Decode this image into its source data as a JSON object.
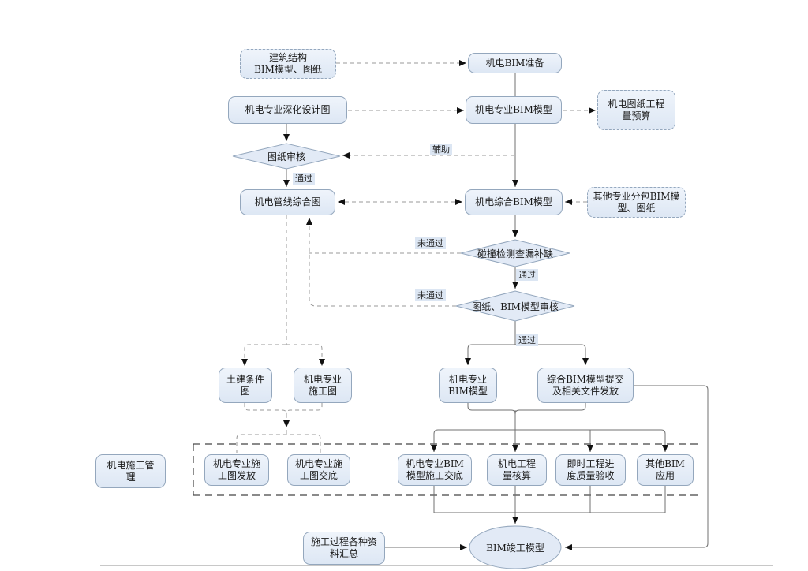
{
  "nodes": {
    "arch_structure": "建筑结构\nBIM模型、图纸",
    "bim_prep": "机电BIM准备",
    "mep_detail_design": "机电专业深化设计图",
    "mep_bim_model": "机电专业BIM模型",
    "drawing_quantity_budget": "机电图纸工程\n量预算",
    "drawing_review": "图纸审核",
    "pipeline_composite": "机电管线综合图",
    "integrated_bim_model": "机电综合BIM模型",
    "other_subcontract": "其他专业分包BIM模\n型、图纸",
    "clash_detection": "碰撞检测查漏补缺",
    "drawing_bim_review": "图纸、BIM模型审核",
    "civil_condition": "土建条件\n图",
    "mep_construction_dwg": "机电专业\n施工图",
    "mep_bim_model_2": "机电专业\nBIM模型",
    "bim_submit_release": "综合BIM模型提交\n及相关文件发放",
    "mep_construction_mgmt": "机电施工管\n理",
    "dwg_release": "机电专业施\n工图发放",
    "dwg_handover": "机电专业施\n工图交底",
    "bim_model_handover": "机电专业BIM\n模型施工交底",
    "quantity_accounting": "机电工程\n量核算",
    "progress_quality": "即时工程进\n度质量验收",
    "other_bim_app": "其他BIM\n应用",
    "construction_data": "施工过程各种资\n料汇总",
    "bim_asbuilt_model": "BIM竣工模型"
  },
  "edge_labels": {
    "assist": "辅助",
    "pass": "通过",
    "fail": "未通过"
  },
  "colors": {
    "node_fill": "#e2eaf6",
    "node_border": "#94a7bd",
    "label_bg": "#dce6f3",
    "solid_line": "#707070",
    "dashed_line": "#999999",
    "arrow": "#111111"
  }
}
